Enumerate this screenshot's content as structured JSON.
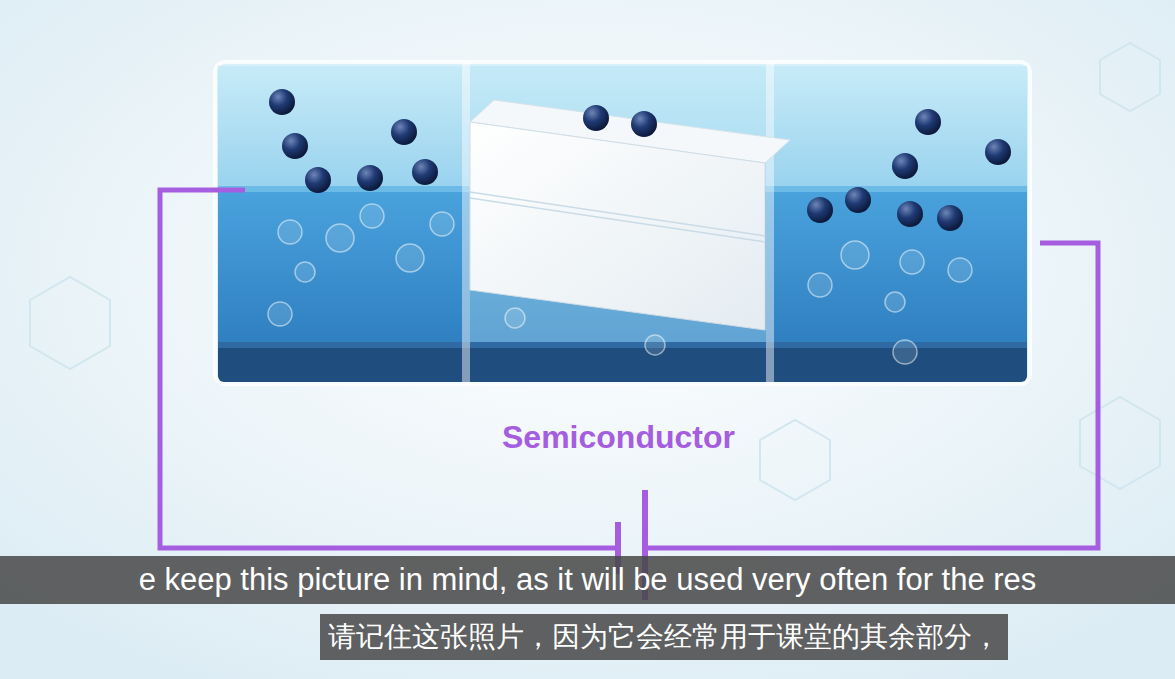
{
  "diagram": {
    "labels": [
      "Semiconductor",
      "e keep this picture in mind, as it will be used very often for the res",
      "请记住这张照片，因为它会经常用于课堂的其余部分，"
    ]
  }
}
